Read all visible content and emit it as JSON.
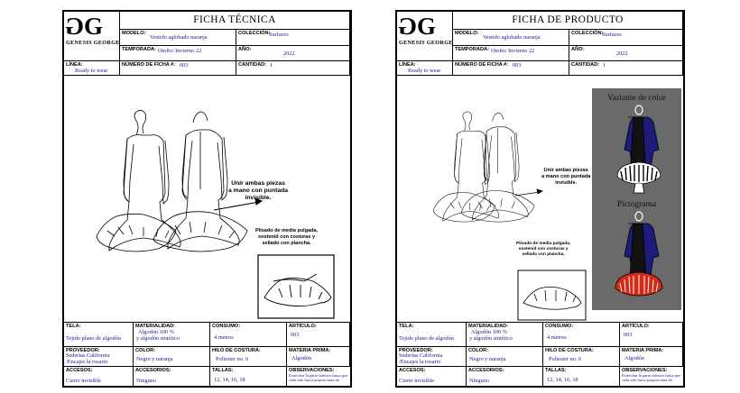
{
  "sheets": [
    {
      "logo": "GENESIS GEORGE",
      "title": "FICHA TÉCNICA",
      "modelo_label": "MODELO:",
      "modelo": "Vestido aglobado naranja",
      "coleccion_label": "COLECCIÓN:",
      "coleccion": "Surfaces",
      "temporada_label": "TEMPORADA:",
      "temporada": "Otoño/ Invierno 22",
      "anio_label": "AÑO:",
      "anio": "2022",
      "linea_label": "LÍNEA:",
      "linea": "Ready to wear",
      "ficha_label": "NÚMERO DE FICHA #:",
      "ficha": "003",
      "cantidad_label": "CANTIDAD:",
      "cantidad": "1",
      "note1_lines": [
        "Unir ambas piezas",
        "a mano con puntada",
        "invisible."
      ],
      "note2_lines": [
        "Plisado de media pulgada,",
        "sostenid con costuras y",
        "sellado con plancha."
      ],
      "tela_label": "TELA:",
      "tela": "Tejido plano de algodón",
      "materialidad_label": "MATERIALIDAD:",
      "materialidad_1": "Algodón 100 %",
      "materialidad_2": "y algodón sintético",
      "consumo_label": "CONSUMO:",
      "consumo": "4 metros",
      "articulo_label": "ARTÍCULO:",
      "articulo": "003",
      "proveedor_label": "PROVEEDOR:",
      "proveedor_1": "Sederias California",
      "proveedor_2": "/Encajes la rosario",
      "color_label": "COLOR:",
      "color": "Negro y naranja",
      "hilo_label": "HILO DE COSTURA:",
      "hilo": "Poliester no. 6",
      "materia_label": "MATERIA PRIMA:",
      "materia": "Algodón",
      "accesos_label": "ACCESOS:",
      "accesos": "Cierre invisible",
      "accesorios_label": "ACCESORIOS:",
      "accesorios": "Ninguno",
      "tallas_label": "TALLAS:",
      "tallas": "12, 14, 16, 18",
      "observaciones_label": "OBSERVACIONES:",
      "observaciones": "Estrechar la parte inferior hasta que cada ado luzca proporciona do"
    },
    {
      "logo": "GENESIS GEORGE",
      "title": "FICHA  DE PRODUCTO",
      "modelo_label": "MODELO:",
      "modelo": "Vestido aglobado naranja",
      "coleccion_label": "COLECCIÓN:",
      "coleccion": "Surfaces",
      "temporada_label": "TEMPORADA:",
      "temporada": "Otoño/ Invierno 22",
      "anio_label": "AÑO:",
      "anio": "2022",
      "linea_label": "LÍNEA:",
      "linea": "Ready to wear",
      "ficha_label": "NÚMERO DE FICHA #:",
      "ficha": "003",
      "cantidad_label": "CANTIDAD:",
      "cantidad": "1",
      "note1_lines": [
        "Unir ambas piezas",
        "a mano con puntada",
        "invisible."
      ],
      "note2_lines": [
        "Plisado de media pulgada,",
        "sostenid con costuras y",
        "sellado con plancha."
      ],
      "variant_title": "Variante de color",
      "pictogram_title": "Pictograma",
      "tela_label": "TELA:",
      "tela": "Tejido plano de algodón",
      "materialidad_label": "MATERIALIDAD:",
      "materialidad_1": "Algodón 100 %",
      "materialidad_2": "y algodón sintético",
      "consumo_label": "CONSUMO:",
      "consumo": "4 metros",
      "articulo_label": "ARTÍCULO:",
      "articulo": "003",
      "proveedor_label": "PROVEEDOR:",
      "proveedor_1": "Sederias California",
      "proveedor_2": "/Encajes la rosario",
      "color_label": "COLOR:",
      "color": "Negro y naranja",
      "hilo_label": "HILO DE COSTURA:",
      "hilo": "Poliester no. 6",
      "materia_label": "MATERIA PRIMA:",
      "materia": "Algodón",
      "accesos_label": "ACCESOS:",
      "accesos": "Cierre invisible",
      "accesorios_label": "ACCESORIOS:",
      "accesorios": "Ninguno",
      "tallas_label": "TALLAS:",
      "tallas": "12, 14, 16, 18",
      "observaciones_label": "OBSERVACIONES:",
      "observaciones": "Estrechar la parte inferior hasta que cada ado luzca proporciona do"
    }
  ],
  "colors": {
    "value_text": "#1a1a8c",
    "panel": "#6a6a6a",
    "dress_navy": "#1c1c7a",
    "dress_orange": "#d42a1a",
    "outline": "#000000"
  },
  "icons": [
    "front-dress-sketch",
    "back-dress-sketch",
    "pleat-detail-sketch",
    "arrow-icon"
  ]
}
